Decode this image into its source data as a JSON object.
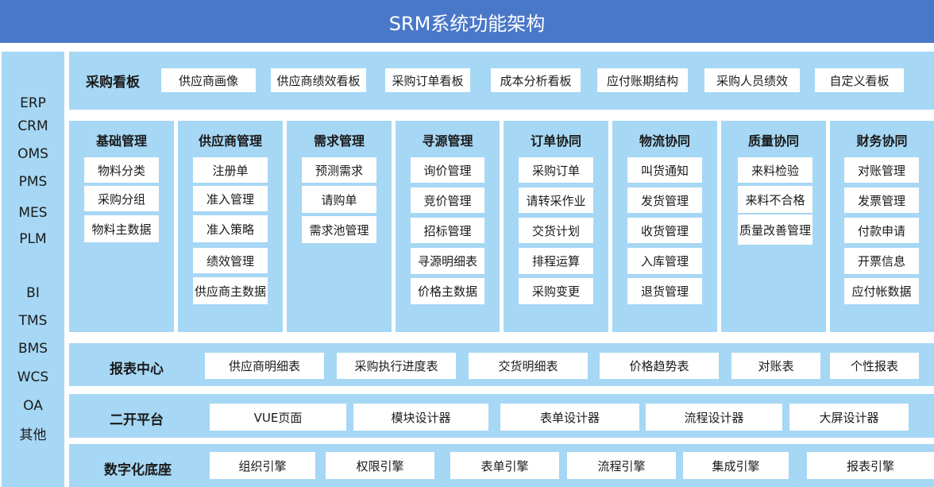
{
  "title": "SRM系统功能架构",
  "side_systems": [
    "ERP",
    "CRM",
    "OMS",
    "PMS",
    "MES",
    "PLM",
    "BI",
    "TMS",
    "BMS",
    "WCS",
    "OA",
    "其他"
  ],
  "dashboard": {
    "label": "采购看板",
    "items": [
      "供应商画像",
      "供应商绩效看板",
      "采购订单看板",
      "成本分析看板",
      "应付账期结构",
      "采购人员绩效",
      "自定义看板"
    ]
  },
  "modules": [
    {
      "title": "基础管理",
      "items": [
        "物料分类",
        "采购分组",
        "物料主数据"
      ]
    },
    {
      "title": "供应商管理",
      "items": [
        "注册单",
        "准入管理",
        "准入策略",
        "绩效管理",
        "供应商主数据"
      ]
    },
    {
      "title": "需求管理",
      "items": [
        "预测需求",
        "请购单",
        "需求池管理"
      ]
    },
    {
      "title": "寻源管理",
      "items": [
        "询价管理",
        "竞价管理",
        "招标管理",
        "寻源明细表",
        "价格主数据"
      ]
    },
    {
      "title": "订单协同",
      "items": [
        "采购订单",
        "请转采作业",
        "交货计划",
        "排程运算",
        "采购变更"
      ]
    },
    {
      "title": "物流协同",
      "items": [
        "叫货通知",
        "发货管理",
        "收货管理",
        "入库管理",
        "退货管理"
      ]
    },
    {
      "title": "质量协同",
      "items": [
        "来料检验",
        "来料不合格",
        "质量改善管理"
      ]
    },
    {
      "title": "财务协同",
      "items": [
        "对账管理",
        "发票管理",
        "付款申请",
        "开票信息",
        "应付帐数据"
      ]
    }
  ],
  "reports": {
    "label": "报表中心",
    "items": [
      "供应商明细表",
      "采购执行进度表",
      "交货明细表",
      "价格趋势表",
      "对账表",
      "个性报表"
    ]
  },
  "dev_platform": {
    "label": "二开平台",
    "items": [
      "VUE页面",
      "模块设计器",
      "表单设计器",
      "流程设计器",
      "大屏设计器"
    ]
  },
  "digital_base": {
    "label": "数字化底座",
    "items": [
      "组织引擎",
      "权限引擎",
      "表单引擎",
      "流程引擎",
      "集成引擎",
      "报表引擎"
    ]
  }
}
